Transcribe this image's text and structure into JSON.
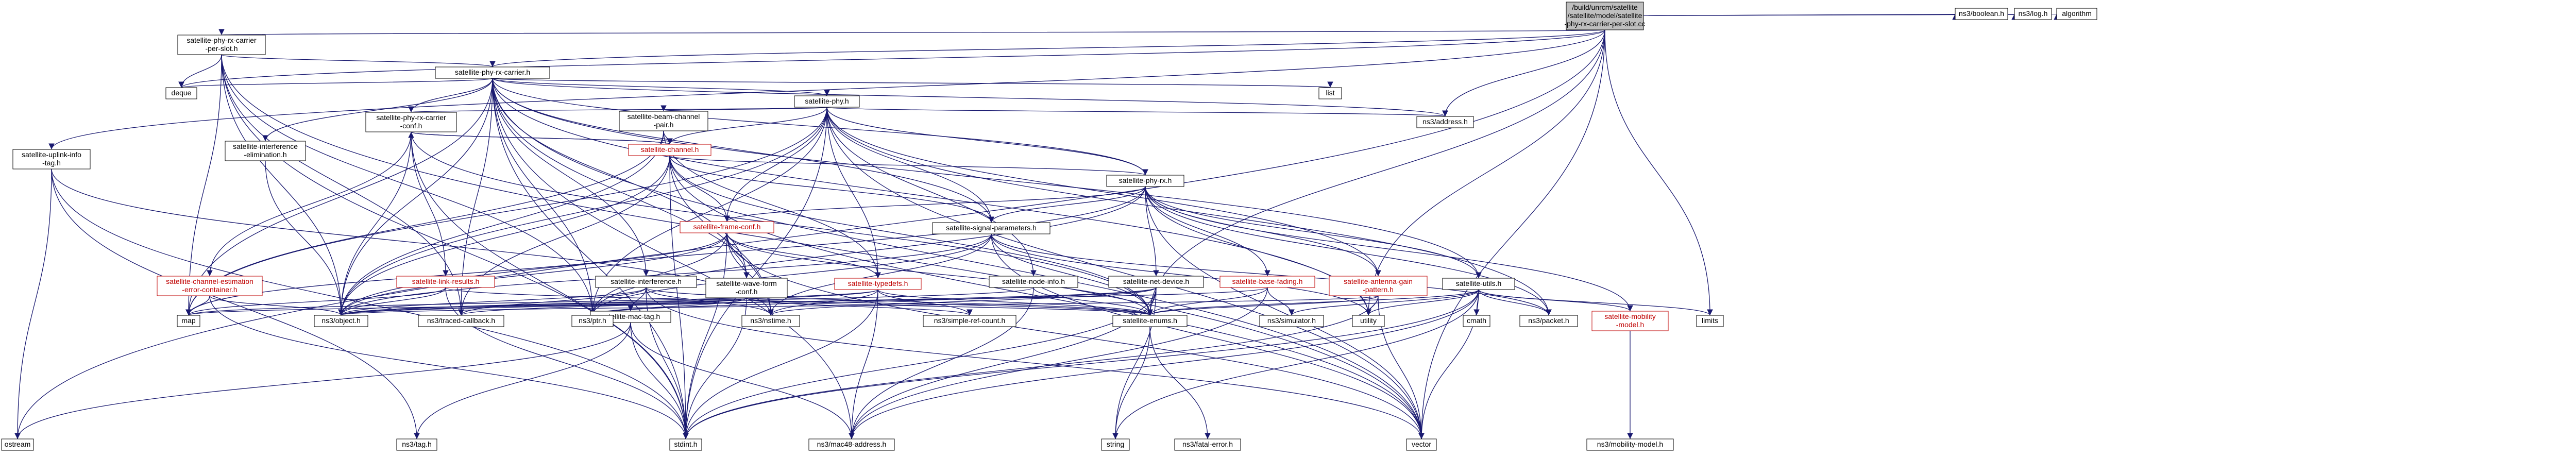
{
  "colors": {
    "edge": "#191970",
    "node_border": "#000000",
    "node_text": "#000000",
    "link_text": "#bf0000",
    "link_border": "#bf0000",
    "root_fill": "#bfbfbf",
    "node_fill": "#ffffff"
  },
  "nodes": [
    {
      "id": "root",
      "lines": [
        "/build/unrcm/satellite",
        "/satellite/model/satellite",
        "-phy-rx-carrier-per-slot.cc"
      ],
      "style": "root"
    },
    {
      "id": "pslot_h",
      "lines": [
        "satellite-phy-rx-carrier",
        "-per-slot.h"
      ],
      "style": "plain"
    },
    {
      "id": "uplink",
      "lines": [
        "satellite-uplink-info",
        "-tag.h"
      ],
      "style": "plain"
    },
    {
      "id": "ostream",
      "lines": [
        "ostream"
      ],
      "style": "plain"
    },
    {
      "id": "deque",
      "lines": [
        "deque"
      ],
      "style": "plain"
    },
    {
      "id": "carrier_h",
      "lines": [
        "satellite-phy-rx-carrier.h"
      ],
      "style": "plain"
    },
    {
      "id": "list",
      "lines": [
        "list"
      ],
      "style": "plain"
    },
    {
      "id": "ns3_boolean",
      "lines": [
        "ns3/boolean.h"
      ],
      "style": "plain"
    },
    {
      "id": "ns3_log",
      "lines": [
        "ns3/log.h"
      ],
      "style": "plain"
    },
    {
      "id": "algorithm",
      "lines": [
        "algorithm"
      ],
      "style": "plain"
    },
    {
      "id": "sat_phy",
      "lines": [
        "satellite-phy.h"
      ],
      "style": "plain"
    },
    {
      "id": "ns3_address",
      "lines": [
        "ns3/address.h"
      ],
      "style": "plain"
    },
    {
      "id": "carrier_conf",
      "lines": [
        "satellite-phy-rx-carrier",
        "-conf.h"
      ],
      "style": "plain"
    },
    {
      "id": "interf_elim",
      "lines": [
        "satellite-interference",
        "-elimination.h"
      ],
      "style": "plain"
    },
    {
      "id": "beam_chan",
      "lines": [
        "satellite-beam-channel",
        "-pair.h"
      ],
      "style": "plain"
    },
    {
      "id": "sat_channel",
      "lines": [
        "satellite-channel.h"
      ],
      "style": "link"
    },
    {
      "id": "sat_phy_rx",
      "lines": [
        "satellite-phy-rx.h"
      ],
      "style": "plain"
    },
    {
      "id": "chan_est",
      "lines": [
        "satellite-channel-estimation",
        "-error-container.h"
      ],
      "style": "link"
    },
    {
      "id": "link_results",
      "lines": [
        "satellite-link-results.h"
      ],
      "style": "link"
    },
    {
      "id": "frame_conf",
      "lines": [
        "satellite-frame-conf.h"
      ],
      "style": "link"
    },
    {
      "id": "sig_params",
      "lines": [
        "satellite-signal-parameters.h"
      ],
      "style": "plain"
    },
    {
      "id": "interference",
      "lines": [
        "satellite-interference.h"
      ],
      "style": "plain"
    },
    {
      "id": "wave_form",
      "lines": [
        "satellite-wave-form",
        "-conf.h"
      ],
      "style": "plain"
    },
    {
      "id": "typedefs",
      "lines": [
        "satellite-typedefs.h"
      ],
      "style": "link"
    },
    {
      "id": "node_info",
      "lines": [
        "satellite-node-info.h"
      ],
      "style": "plain"
    },
    {
      "id": "net_device",
      "lines": [
        "satellite-net-device.h"
      ],
      "style": "plain"
    },
    {
      "id": "base_fading",
      "lines": [
        "satellite-base-fading.h"
      ],
      "style": "link"
    },
    {
      "id": "antenna",
      "lines": [
        "satellite-antenna-gain",
        "-pattern.h"
      ],
      "style": "link"
    },
    {
      "id": "sat_utils",
      "lines": [
        "satellite-utils.h"
      ],
      "style": "plain"
    },
    {
      "id": "mac_tag",
      "lines": [
        "satellite-mac-tag.h"
      ],
      "style": "plain"
    },
    {
      "id": "map",
      "lines": [
        "map"
      ],
      "style": "plain"
    },
    {
      "id": "traced_cb",
      "lines": [
        "ns3/traced-callback.h"
      ],
      "style": "plain"
    },
    {
      "id": "nstime",
      "lines": [
        "ns3/nstime.h"
      ],
      "style": "plain"
    },
    {
      "id": "simple_ref",
      "lines": [
        "ns3/simple-ref-count.h"
      ],
      "style": "plain"
    },
    {
      "id": "sat_enums",
      "lines": [
        "satellite-enums.h"
      ],
      "style": "plain"
    },
    {
      "id": "simulator",
      "lines": [
        "ns3/simulator.h"
      ],
      "style": "plain"
    },
    {
      "id": "utility",
      "lines": [
        "utility"
      ],
      "style": "plain"
    },
    {
      "id": "cmath",
      "lines": [
        "cmath"
      ],
      "style": "plain"
    },
    {
      "id": "ns3_packet",
      "lines": [
        "ns3/packet.h"
      ],
      "style": "plain"
    },
    {
      "id": "mobility",
      "lines": [
        "satellite-mobility",
        "-model.h"
      ],
      "style": "link"
    },
    {
      "id": "limits",
      "lines": [
        "limits"
      ],
      "style": "plain"
    },
    {
      "id": "ns3_ptr",
      "lines": [
        "ns3/ptr.h"
      ],
      "style": "plain"
    },
    {
      "id": "ns3_object",
      "lines": [
        "ns3/object.h"
      ],
      "style": "plain"
    },
    {
      "id": "ns3_tag",
      "lines": [
        "ns3/tag.h"
      ],
      "style": "plain"
    },
    {
      "id": "stdint",
      "lines": [
        "stdint.h"
      ],
      "style": "plain"
    },
    {
      "id": "mac48",
      "lines": [
        "ns3/mac48-address.h"
      ],
      "style": "plain"
    },
    {
      "id": "string",
      "lines": [
        "string"
      ],
      "style": "plain"
    },
    {
      "id": "fatal",
      "lines": [
        "ns3/fatal-error.h"
      ],
      "style": "plain"
    },
    {
      "id": "vector",
      "lines": [
        "vector"
      ],
      "style": "plain"
    },
    {
      "id": "mob_model",
      "lines": [
        "ns3/mobility-model.h"
      ],
      "style": "plain"
    }
  ],
  "edges": [
    [
      "root",
      "pslot_h"
    ],
    [
      "root",
      "uplink"
    ],
    [
      "root",
      "ostream"
    ],
    [
      "root",
      "deque"
    ],
    [
      "root",
      "carrier_h"
    ],
    [
      "root",
      "ns3_boolean"
    ],
    [
      "root",
      "ns3_log"
    ],
    [
      "root",
      "algorithm"
    ],
    [
      "root",
      "ns3_address"
    ],
    [
      "root",
      "limits"
    ],
    [
      "root",
      "vector"
    ],
    [
      "root",
      "sat_enums"
    ],
    [
      "root",
      "utility"
    ],
    [
      "pslot_h",
      "carrier_h"
    ],
    [
      "pslot_h",
      "deque"
    ],
    [
      "pslot_h",
      "ns3_object"
    ],
    [
      "pslot_h",
      "ns3_ptr"
    ],
    [
      "pslot_h",
      "stdint"
    ],
    [
      "pslot_h",
      "traced_cb"
    ],
    [
      "pslot_h",
      "map"
    ],
    [
      "pslot_h",
      "vector"
    ],
    [
      "uplink",
      "ostream"
    ],
    [
      "uplink",
      "ns3_tag"
    ],
    [
      "uplink",
      "stdint"
    ],
    [
      "uplink",
      "nstime"
    ],
    [
      "carrier_h",
      "list"
    ],
    [
      "carrier_h",
      "deque"
    ],
    [
      "carrier_h",
      "sat_phy"
    ],
    [
      "carrier_h",
      "carrier_conf"
    ],
    [
      "carrier_h",
      "interf_elim"
    ],
    [
      "carrier_h",
      "interference"
    ],
    [
      "carrier_h",
      "sat_phy_rx"
    ],
    [
      "carrier_h",
      "sig_params"
    ],
    [
      "carrier_h",
      "wave_form"
    ],
    [
      "carrier_h",
      "sat_utils"
    ],
    [
      "carrier_h",
      "traced_cb"
    ],
    [
      "carrier_h",
      "ns3_ptr"
    ],
    [
      "carrier_h",
      "ns3_object"
    ],
    [
      "carrier_h",
      "stdint"
    ],
    [
      "carrier_h",
      "ns3_address"
    ],
    [
      "carrier_h",
      "mac48"
    ],
    [
      "carrier_h",
      "vector"
    ],
    [
      "carrier_h",
      "utility"
    ],
    [
      "carrier_h",
      "map"
    ],
    [
      "carrier_h",
      "nstime"
    ],
    [
      "sat_phy",
      "ns3_address"
    ],
    [
      "sat_phy",
      "beam_chan"
    ],
    [
      "sat_phy",
      "carrier_conf"
    ],
    [
      "sat_phy",
      "sat_channel"
    ],
    [
      "sat_phy",
      "sat_phy_rx"
    ],
    [
      "sat_phy",
      "frame_conf"
    ],
    [
      "sat_phy",
      "sig_params"
    ],
    [
      "sat_phy",
      "typedefs"
    ],
    [
      "sat_phy",
      "node_info"
    ],
    [
      "sat_phy",
      "antenna"
    ],
    [
      "sat_phy",
      "ns3_ptr"
    ],
    [
      "sat_phy",
      "ns3_object"
    ],
    [
      "sat_phy",
      "stdint"
    ],
    [
      "sat_phy",
      "map"
    ],
    [
      "sat_phy",
      "ns3_packet"
    ],
    [
      "sat_phy",
      "vector"
    ],
    [
      "carrier_conf",
      "chan_est"
    ],
    [
      "carrier_conf",
      "link_results"
    ],
    [
      "carrier_conf",
      "sat_channel"
    ],
    [
      "carrier_conf",
      "ns3_object"
    ],
    [
      "carrier_conf",
      "stdint"
    ],
    [
      "carrier_conf",
      "sat_enums"
    ],
    [
      "interf_elim",
      "ns3_object"
    ],
    [
      "beam_chan",
      "sat_channel"
    ],
    [
      "beam_chan",
      "typedefs"
    ],
    [
      "beam_chan",
      "ns3_object"
    ],
    [
      "beam_chan",
      "map"
    ],
    [
      "sat_channel",
      "carrier_conf"
    ],
    [
      "sat_channel",
      "sat_phy_rx"
    ],
    [
      "sat_channel",
      "frame_conf"
    ],
    [
      "sat_channel",
      "sig_params"
    ],
    [
      "sat_channel",
      "sat_enums"
    ],
    [
      "sat_channel",
      "ns3_object"
    ],
    [
      "sat_channel",
      "traced_cb"
    ],
    [
      "sat_channel",
      "stdint"
    ],
    [
      "sat_channel",
      "nstime"
    ],
    [
      "sat_channel",
      "vector"
    ],
    [
      "sat_phy_rx",
      "frame_conf"
    ],
    [
      "sat_phy_rx",
      "sig_params"
    ],
    [
      "sat_phy_rx",
      "net_device"
    ],
    [
      "sat_phy_rx",
      "base_fading"
    ],
    [
      "sat_phy_rx",
      "antenna"
    ],
    [
      "sat_phy_rx",
      "mobility"
    ],
    [
      "sat_phy_rx",
      "sat_utils"
    ],
    [
      "sat_phy_rx",
      "ns3_object"
    ],
    [
      "sat_phy_rx",
      "utility"
    ],
    [
      "sat_phy_rx",
      "ns3_packet"
    ],
    [
      "sat_phy_rx",
      "vector"
    ],
    [
      "sat_phy_rx",
      "ns3_ptr"
    ],
    [
      "chan_est",
      "ns3_object"
    ],
    [
      "chan_est",
      "map"
    ],
    [
      "chan_est",
      "stdint"
    ],
    [
      "link_results",
      "ns3_object"
    ],
    [
      "link_results",
      "stdint"
    ],
    [
      "link_results",
      "sat_enums"
    ],
    [
      "link_results",
      "map"
    ],
    [
      "frame_conf",
      "wave_form"
    ],
    [
      "frame_conf",
      "typedefs"
    ],
    [
      "frame_conf",
      "sat_enums"
    ],
    [
      "frame_conf",
      "ns3_object"
    ],
    [
      "frame_conf",
      "ns3_ptr"
    ],
    [
      "frame_conf",
      "stdint"
    ],
    [
      "frame_conf",
      "map"
    ],
    [
      "frame_conf",
      "vector"
    ],
    [
      "frame_conf",
      "nstime"
    ],
    [
      "sig_params",
      "sat_enums"
    ],
    [
      "sig_params",
      "ns3_object"
    ],
    [
      "sig_params",
      "ns3_packet"
    ],
    [
      "sig_params",
      "nstime"
    ],
    [
      "sig_params",
      "vector"
    ],
    [
      "sig_params",
      "ns3_ptr"
    ],
    [
      "sig_params",
      "utility"
    ],
    [
      "interference",
      "mac_tag"
    ],
    [
      "interference",
      "ns3_object"
    ],
    [
      "interference",
      "traced_cb"
    ],
    [
      "interference",
      "stdint"
    ],
    [
      "interference",
      "vector"
    ],
    [
      "interference",
      "nstime"
    ],
    [
      "interference",
      "sat_enums"
    ],
    [
      "wave_form",
      "sat_enums"
    ],
    [
      "wave_form",
      "ns3_object"
    ],
    [
      "wave_form",
      "simple_ref"
    ],
    [
      "wave_form",
      "stdint"
    ],
    [
      "wave_form",
      "ns3_ptr"
    ],
    [
      "wave_form",
      "map"
    ],
    [
      "typedefs",
      "sat_enums"
    ],
    [
      "typedefs",
      "simple_ref"
    ],
    [
      "typedefs",
      "stdint"
    ],
    [
      "typedefs",
      "mac48"
    ],
    [
      "typedefs",
      "nstime"
    ],
    [
      "typedefs",
      "map"
    ],
    [
      "typedefs",
      "ns3_object"
    ],
    [
      "node_info",
      "ns3_object"
    ],
    [
      "node_info",
      "mac48"
    ],
    [
      "node_info",
      "sat_enums"
    ],
    [
      "net_device",
      "sat_enums"
    ],
    [
      "net_device",
      "traced_cb"
    ],
    [
      "net_device",
      "mac48"
    ],
    [
      "net_device",
      "nstime"
    ],
    [
      "net_device",
      "string"
    ],
    [
      "net_device",
      "stdint"
    ],
    [
      "net_device",
      "ns3_ptr"
    ],
    [
      "base_fading",
      "ns3_object"
    ],
    [
      "base_fading",
      "simulator"
    ],
    [
      "base_fading",
      "sat_enums"
    ],
    [
      "base_fading",
      "mac48"
    ],
    [
      "antenna",
      "sat_enums"
    ],
    [
      "antenna",
      "utility"
    ],
    [
      "antenna",
      "ns3_object"
    ],
    [
      "antenna",
      "vector"
    ],
    [
      "antenna",
      "stdint"
    ],
    [
      "sat_utils",
      "cmath"
    ],
    [
      "sat_utils",
      "limits"
    ],
    [
      "sat_utils",
      "ns3_packet"
    ],
    [
      "sat_utils",
      "mobility"
    ],
    [
      "sat_utils",
      "vector"
    ],
    [
      "sat_utils",
      "string"
    ],
    [
      "sat_utils",
      "sat_enums"
    ],
    [
      "sat_utils",
      "stdint"
    ],
    [
      "sat_utils",
      "simulator"
    ],
    [
      "sat_utils",
      "mac48"
    ],
    [
      "sat_utils",
      "utility"
    ],
    [
      "mac_tag",
      "ns3_tag"
    ],
    [
      "mac_tag",
      "mac48"
    ],
    [
      "mac_tag",
      "stdint"
    ],
    [
      "mac_tag",
      "ostream"
    ],
    [
      "sat_enums",
      "string"
    ],
    [
      "sat_enums",
      "fatal"
    ],
    [
      "mobility",
      "mob_model"
    ]
  ]
}
